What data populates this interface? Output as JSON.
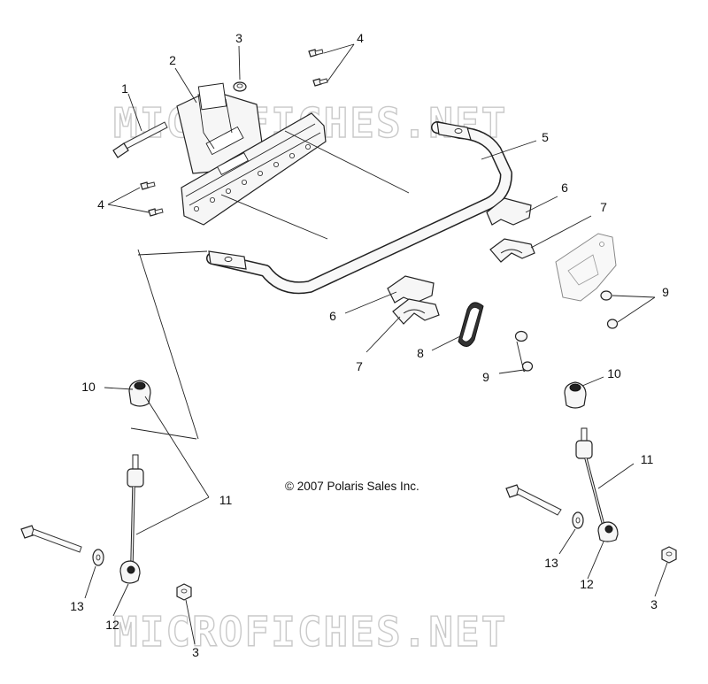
{
  "watermark": {
    "top": "MICROFICHES.NET",
    "bottom": "MICROFICHES.NET"
  },
  "copyright": "© 2007 Polaris Sales Inc.",
  "callouts": {
    "c1": "1",
    "c2": "2",
    "c3_top": "3",
    "c4_top": "4",
    "c4_left": "4",
    "c5": "5",
    "c6_right": "6",
    "c7_right": "7",
    "c6_left": "6",
    "c7_left": "7",
    "c8": "8",
    "c9_right": "9",
    "c9_mid": "9",
    "c10_left": "10",
    "c10_right": "10",
    "c11_left": "11",
    "c11_right": "11",
    "c13_left": "13",
    "c12_left": "12",
    "c3_bottom": "3",
    "c13_right": "13",
    "c12_right": "12",
    "c3_right": "3"
  }
}
